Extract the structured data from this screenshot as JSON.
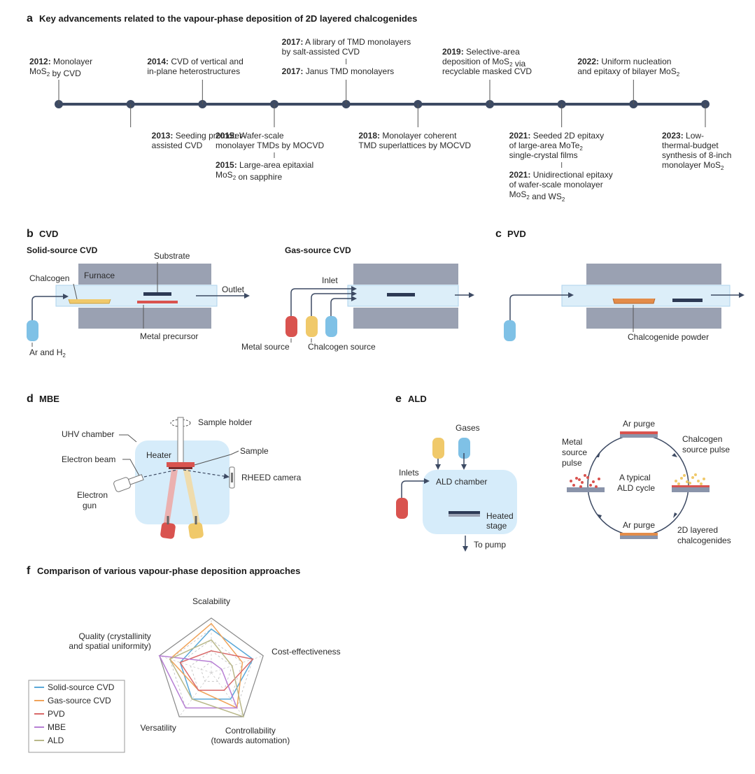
{
  "panel_a": {
    "letter": "a",
    "title": "Key advancements related to the vapour-phase deposition of 2D layered chalcogenides",
    "events": [
      {
        "side": "up",
        "lines": [
          [
            [
              "2012:",
              1
            ],
            [
              " Monolayer",
              0
            ]
          ],
          [
            [
              "MoS",
              0
            ],
            [
              "2",
              2
            ],
            [
              " by CVD",
              0
            ]
          ]
        ]
      },
      {
        "side": "down",
        "lines": [
          [
            [
              "2013:",
              1
            ],
            [
              " Seeding promoter-",
              0
            ]
          ],
          [
            [
              "assisted CVD",
              0
            ]
          ]
        ]
      },
      {
        "side": "up",
        "lines": [
          [
            [
              "2014:",
              1
            ],
            [
              " CVD of vertical and",
              0
            ]
          ],
          [
            [
              "in-plane heterostructures",
              0
            ]
          ]
        ]
      },
      {
        "side": "down",
        "lines": [
          [
            [
              "2015:",
              1
            ],
            [
              " Wafer-scale",
              0
            ]
          ],
          [
            [
              "monolayer TMDs by MOCVD",
              0
            ]
          ],
          [
            [
              "",
              0
            ]
          ],
          [
            [
              "2015:",
              1
            ],
            [
              " Large-area epitaxial",
              0
            ]
          ],
          [
            [
              "MoS",
              0
            ],
            [
              "2",
              2
            ],
            [
              " on sapphire",
              0
            ]
          ]
        ]
      },
      {
        "side": "up",
        "lines": [
          [
            [
              "2017:",
              1
            ],
            [
              " A library of TMD monolayers",
              0
            ]
          ],
          [
            [
              "by salt-assisted CVD",
              0
            ]
          ],
          [
            [
              "",
              0
            ]
          ],
          [
            [
              "2017:",
              1
            ],
            [
              " Janus TMD monolayers",
              0
            ]
          ]
        ]
      },
      {
        "side": "down",
        "lines": [
          [
            [
              "2018:",
              1
            ],
            [
              " Monolayer coherent",
              0
            ]
          ],
          [
            [
              "TMD superlattices by MOCVD",
              0
            ]
          ]
        ]
      },
      {
        "side": "up",
        "lines": [
          [
            [
              "2019:",
              1
            ],
            [
              " Selective-area",
              0
            ]
          ],
          [
            [
              "deposition of MoS",
              0
            ],
            [
              "2",
              2
            ],
            [
              " via",
              0
            ]
          ],
          [
            [
              "recyclable masked CVD",
              0
            ]
          ]
        ]
      },
      {
        "side": "down",
        "lines": [
          [
            [
              "2021:",
              1
            ],
            [
              " Seeded 2D epitaxy",
              0
            ]
          ],
          [
            [
              "of large-area MoTe",
              0
            ],
            [
              "2",
              2
            ]
          ],
          [
            [
              "single-crystal films",
              0
            ]
          ],
          [
            [
              "",
              0
            ]
          ],
          [
            [
              "2021:",
              1
            ],
            [
              " Unidirectional epitaxy",
              0
            ]
          ],
          [
            [
              "of wafer-scale monolayer",
              0
            ]
          ],
          [
            [
              "MoS",
              0
            ],
            [
              "2",
              2
            ],
            [
              " and WS",
              0
            ],
            [
              "2",
              2
            ]
          ]
        ]
      },
      {
        "side": "up",
        "lines": [
          [
            [
              "2022:",
              1
            ],
            [
              " Uniform nucleation",
              0
            ]
          ],
          [
            [
              "and epitaxy of bilayer MoS",
              0
            ],
            [
              "2",
              2
            ]
          ]
        ]
      },
      {
        "side": "down",
        "lines": [
          [
            [
              "2023:",
              1
            ],
            [
              " Low-",
              0
            ]
          ],
          [
            [
              "thermal-budget",
              0
            ]
          ],
          [
            [
              "synthesis of 8-inch",
              0
            ]
          ],
          [
            [
              "monolayer MoS",
              0
            ],
            [
              "2",
              2
            ]
          ]
        ]
      }
    ]
  },
  "panel_b": {
    "letter": "b",
    "title": "CVD",
    "solid_title": "Solid-source CVD",
    "gas_title": "Gas-source CVD",
    "substrate": "Substrate",
    "furnace": "Furnace",
    "chalcogen": "Chalcogen",
    "outlet": "Outlet",
    "metal_precursor": "Metal precursor",
    "carrier": "Ar and H",
    "carrier_sub": "2",
    "inlet": "Inlet",
    "metal_source": "Metal source",
    "chalcogen_source": "Chalcogen source"
  },
  "panel_c": {
    "letter": "c",
    "title": "PVD",
    "powder": "Chalcogenide powder"
  },
  "panel_d": {
    "letter": "d",
    "title": "MBE",
    "sample_holder": "Sample holder",
    "uhv": "UHV chamber",
    "heater": "Heater",
    "sample": "Sample",
    "electron_beam": "Electron beam",
    "rheed": "RHEED camera",
    "gun1": "Electron",
    "gun2": "gun"
  },
  "panel_e": {
    "letter": "e",
    "title": "ALD",
    "gases": "Gases",
    "inlets": "Inlets",
    "chamber": "ALD chamber",
    "stage1": "Heated",
    "stage2": "stage",
    "pump": "To pump",
    "ar_purge_top": "Ar purge",
    "ar_purge_bottom": "Ar purge",
    "metal1": "Metal",
    "metal2": "source",
    "metal3": "pulse",
    "chal1": "Chalcogen",
    "chal2": "source pulse",
    "cycle1": "A typical",
    "cycle2": "ALD cycle",
    "result1": "2D layered",
    "result2": "chalcogenides"
  },
  "colors": {
    "timeline": "#3d4a63",
    "tube": "#dceef9",
    "tube_edge": "#aed3ec",
    "furnace": "#9aa1b2",
    "metal": "#d9534f",
    "chalcogen": "#f0c96a",
    "gas_blue": "#7fc1e6",
    "arrow": "#3d4a63",
    "orange_boat": "#e38c4a",
    "chamber": "#d6ecfa",
    "substrate_dark": "#2d3a55"
  },
  "chart_data": {
    "type": "radar",
    "title": "Comparison of various vapour-phase deposition approaches",
    "letter": "f",
    "axes": [
      "Scalability",
      "Cost-effectiveness",
      "Controllability (towards automation)",
      "Versatility",
      "Quality (crystallinity and spatial uniformity)"
    ],
    "axis_label_lines": [
      [
        "Scalability"
      ],
      [
        "Cost-effectiveness"
      ],
      [
        "Controllability",
        "(towards automation)"
      ],
      [
        "Versatility"
      ],
      [
        "Quality (crystallinity",
        "and spatial uniformity)"
      ]
    ],
    "levels": 5,
    "range": [
      0,
      1
    ],
    "series": [
      {
        "name": "Solid-source CVD",
        "color": "#5aa8d8",
        "values": [
          0.8,
          0.8,
          0.6,
          0.6,
          0.6
        ]
      },
      {
        "name": "Gas-source CVD",
        "color": "#f0a35a",
        "values": [
          0.9,
          0.6,
          0.8,
          0.4,
          0.8
        ]
      },
      {
        "name": "PVD",
        "color": "#d96a6a",
        "values": [
          0.4,
          0.8,
          0.4,
          0.4,
          0.6
        ]
      },
      {
        "name": "MBE",
        "color": "#b77fd4",
        "values": [
          0.2,
          0.2,
          0.8,
          0.8,
          1.0
        ]
      },
      {
        "name": "ALD",
        "color": "#b9b88a",
        "values": [
          0.6,
          0.4,
          1.0,
          0.6,
          0.8
        ]
      }
    ],
    "legend_position": "bottom-left"
  }
}
